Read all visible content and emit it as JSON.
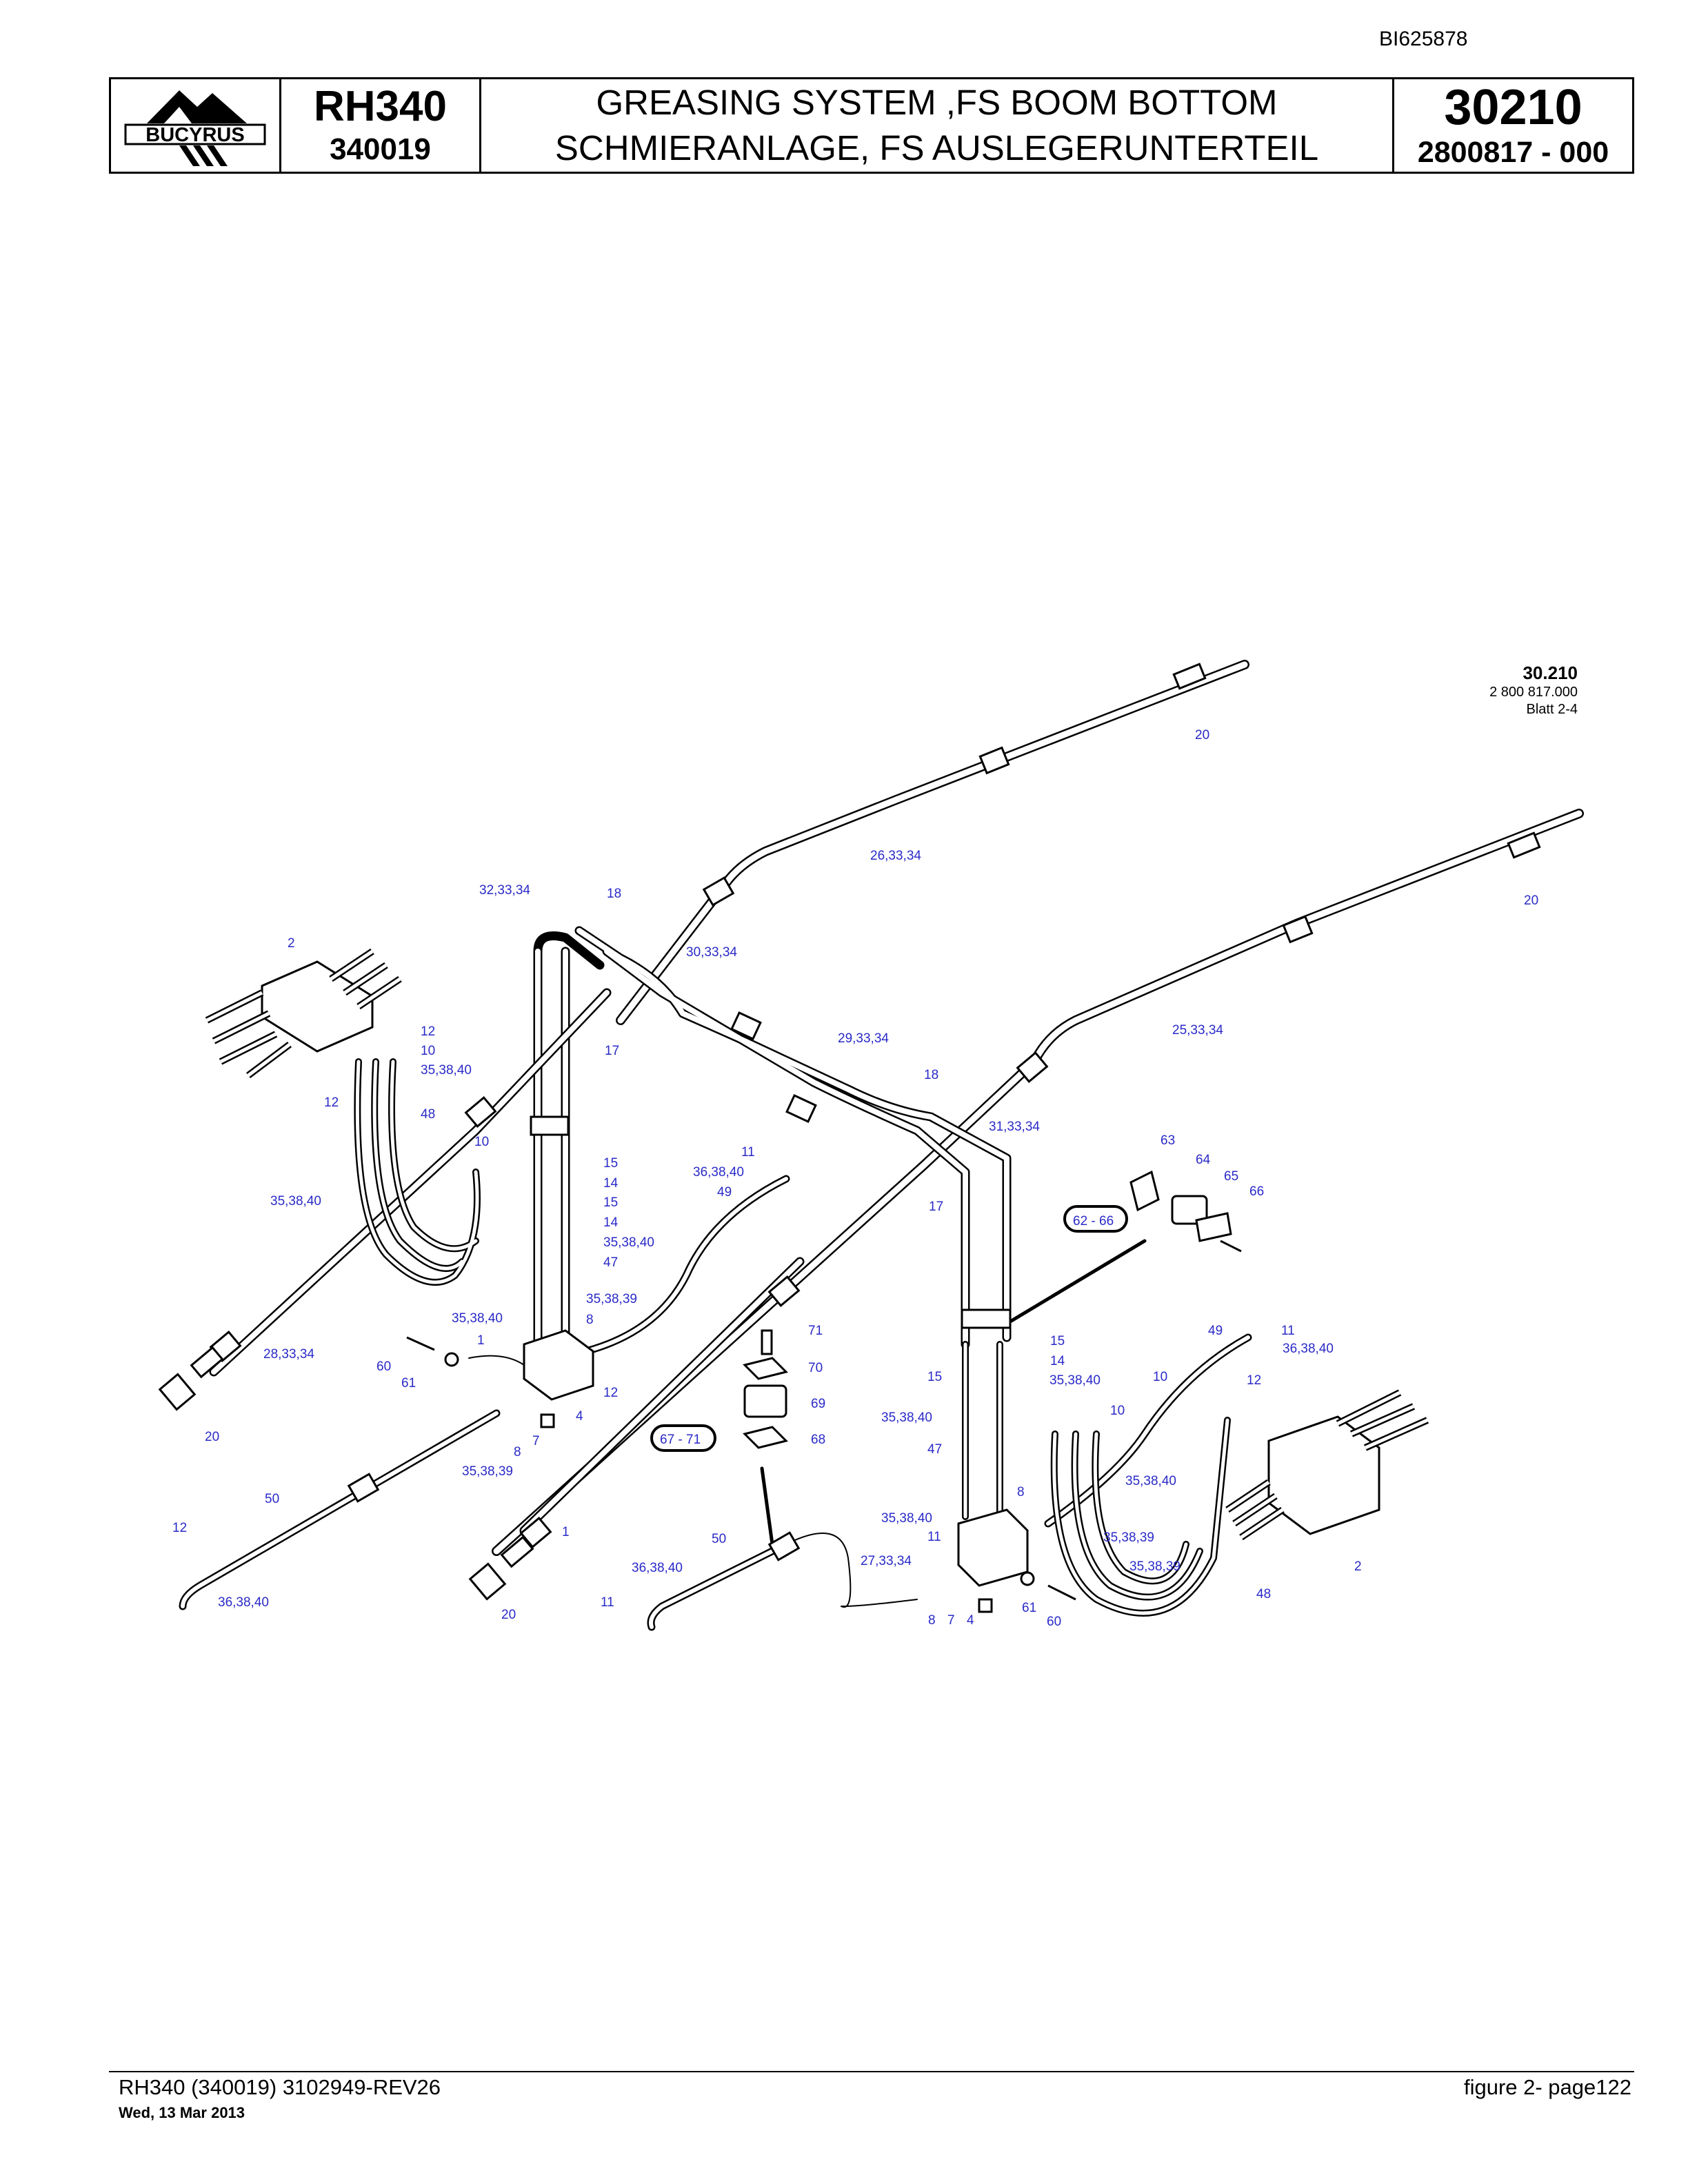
{
  "header": {
    "doc_id": "BI625878",
    "logo_text": "BUCYRUS",
    "model": "RH340",
    "serial": "340019",
    "title_en": "GREASING SYSTEM ,FS BOOM BOTTOM",
    "title_de": "SCHMIERANLAGE, FS AUSLEGERUNTERTEIL",
    "group_no": "30210",
    "drawing_no": "2800817  - 000"
  },
  "drawing_ref": {
    "title": "30.210",
    "drawing": "2 800 817.000",
    "sheet": "Blatt 2-4"
  },
  "callouts": [
    "20",
    "26,33,34",
    "20",
    "32,33,34",
    "18",
    "30,33,34",
    "2",
    "25,33,34",
    "29,33,34",
    "12",
    "10",
    "35,38,40",
    "17",
    "18",
    "12",
    "48",
    "31,33,34",
    "63",
    "10",
    "11",
    "64",
    "15",
    "36,38,40",
    "65",
    "14",
    "66",
    "35,38,40",
    "15",
    "49",
    "17",
    "62 - 66",
    "14",
    "35,38,40",
    "47",
    "35,38,39",
    "28,33,34",
    "35,38,40",
    "8",
    "49",
    "11",
    "71",
    "15",
    "36,38,40",
    "1",
    "14",
    "60",
    "70",
    "15",
    "35,38,40",
    "10",
    "12",
    "61",
    "12",
    "69",
    "4",
    "35,38,40",
    "10",
    "20",
    "67 - 71",
    "68",
    "7",
    "47",
    "35,38,40",
    "8",
    "35,38,39",
    "8",
    "50",
    "35,38,40",
    "11",
    "12",
    "35,38,39",
    "27,33,34",
    "50",
    "1",
    "35,38,39",
    "2",
    "36,38,40",
    "48",
    "36,38,40",
    "20",
    "11",
    "61",
    "8",
    "7",
    "4",
    "60"
  ],
  "footer": {
    "left": "RH340 (340019) 3102949-REV26",
    "date": "Wed, 13 Mar 2013",
    "right": "figure  2- page122"
  }
}
